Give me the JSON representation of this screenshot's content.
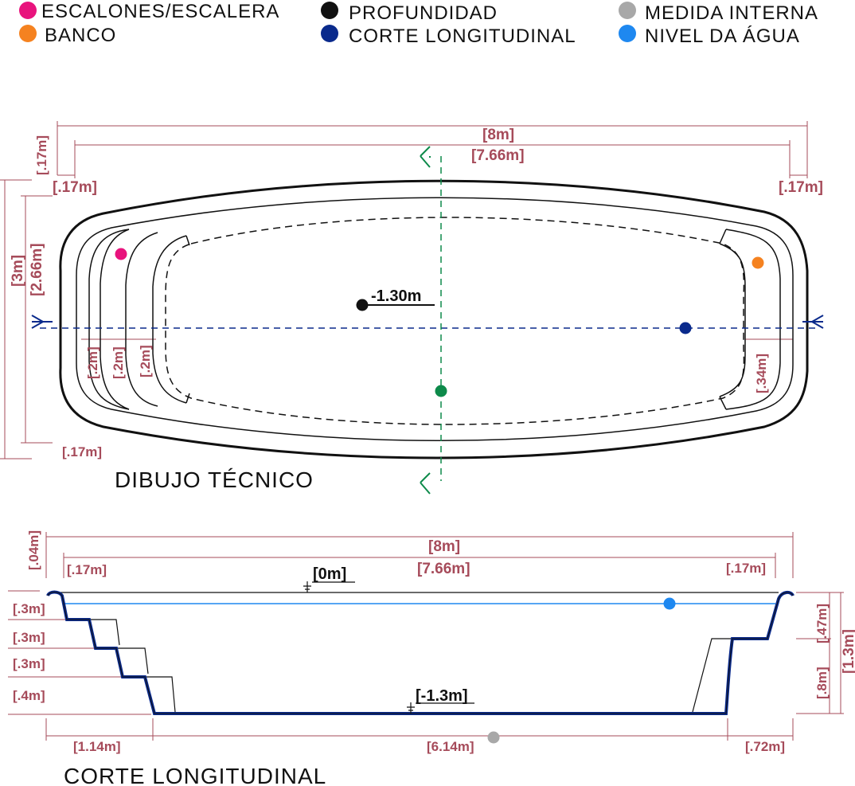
{
  "legend": [
    {
      "label": "ESCALONES/ESCALERA",
      "color": "#e8137d"
    },
    {
      "label": "BANCO",
      "color": "#f58220"
    },
    {
      "label": "PROFUNDIDAD",
      "color": "#111111"
    },
    {
      "label": "CORTE LONGITUDINAL",
      "color": "#0a2a8c"
    },
    {
      "label": "MEDIDA INTERNA",
      "color": "#a8a8a8"
    },
    {
      "label": "NIVEL DA ÁGUA",
      "color": "#1e88f0"
    }
  ],
  "plan": {
    "title": "DIBUJO TÉCNICO",
    "depth_label": "-1.30m",
    "dims": {
      "length_outer": "[8m]",
      "length_inner": "[7.66m]",
      "edge_top": "[.17m]",
      "edge_left": "[.17m]",
      "edge_right": "[.17m]",
      "edge_bottom": "[.17m]",
      "width_outer": "[3m]",
      "width_inner": "[2.66m]",
      "step1": "[.2m]",
      "step2": "[.2m]",
      "step3": "[.2m]",
      "bench": "[.34m]"
    }
  },
  "section": {
    "title": "CORTE LONGITUDINAL",
    "level_top": "[0m]",
    "level_bottom": "[-1.3m]",
    "dims": {
      "lip": "[.04m]",
      "length_outer": "[8m]",
      "length_inner": "[7.66m]",
      "edge_left": "[.17m]",
      "edge_right": "[.17m]",
      "rise1": "[.3m]",
      "rise2": "[.3m]",
      "rise3": "[.3m]",
      "rise4": "[.4m]",
      "bench_h": "[.47m]",
      "lower_h": "[.8m]",
      "total_h": "[1.3m]",
      "steps_len": "[1.14m]",
      "floor_len": "[6.14m]",
      "bench_len": "[.72m]"
    }
  }
}
